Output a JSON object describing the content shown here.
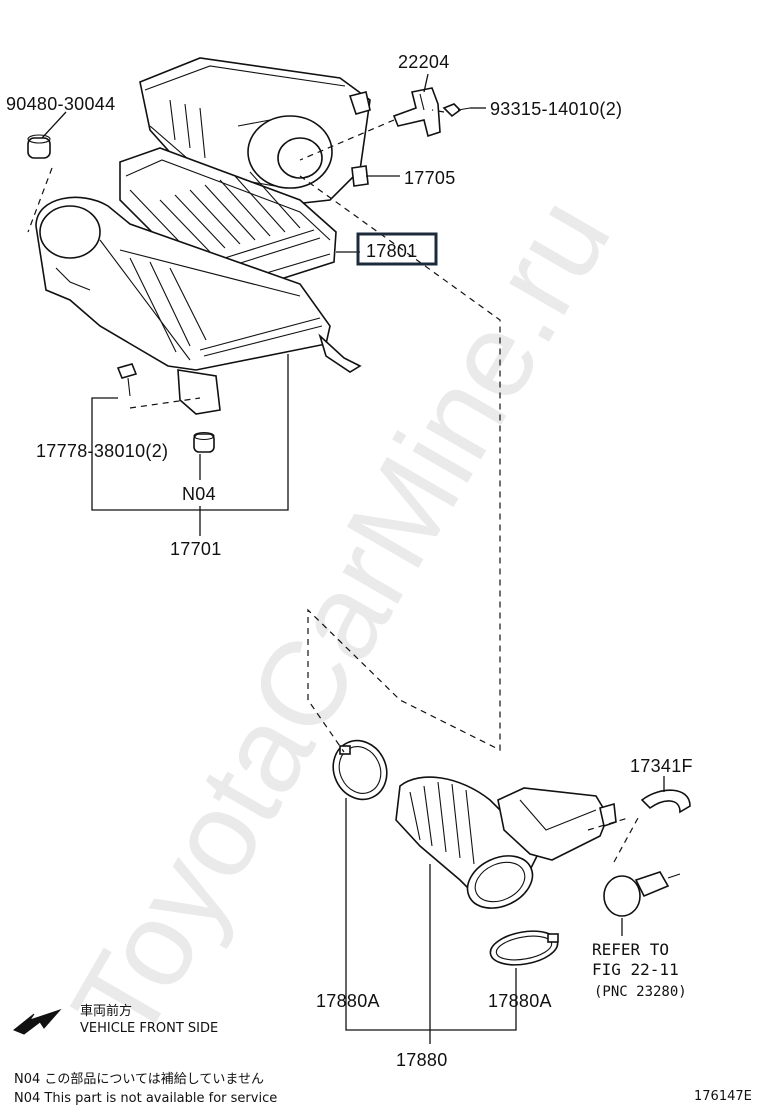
{
  "watermark": "ToyotaCarMine.ru",
  "parts": {
    "p_90480": "90480-30044",
    "p_22204": "22204",
    "p_93315": "93315-14010(2)",
    "p_17705": "17705",
    "p_17801": "17801",
    "p_17778": "17778-38010(2)",
    "p_N04": "N04",
    "p_17701": "17701",
    "p_17341F": "17341F",
    "p_17880A_left": "17880A",
    "p_17880A_right": "17880A",
    "p_17880": "17880"
  },
  "refer": {
    "line1": "REFER TO",
    "line2": "FIG 22-11",
    "line3": "(PNC 23280)"
  },
  "direction": {
    "jp": "車両前方",
    "en": "VEHICLE FRONT SIDE"
  },
  "notes": {
    "jp": "N04 この部品については補給していません",
    "en": "N04 This part is not available for service"
  },
  "figure_code": "176147E"
}
